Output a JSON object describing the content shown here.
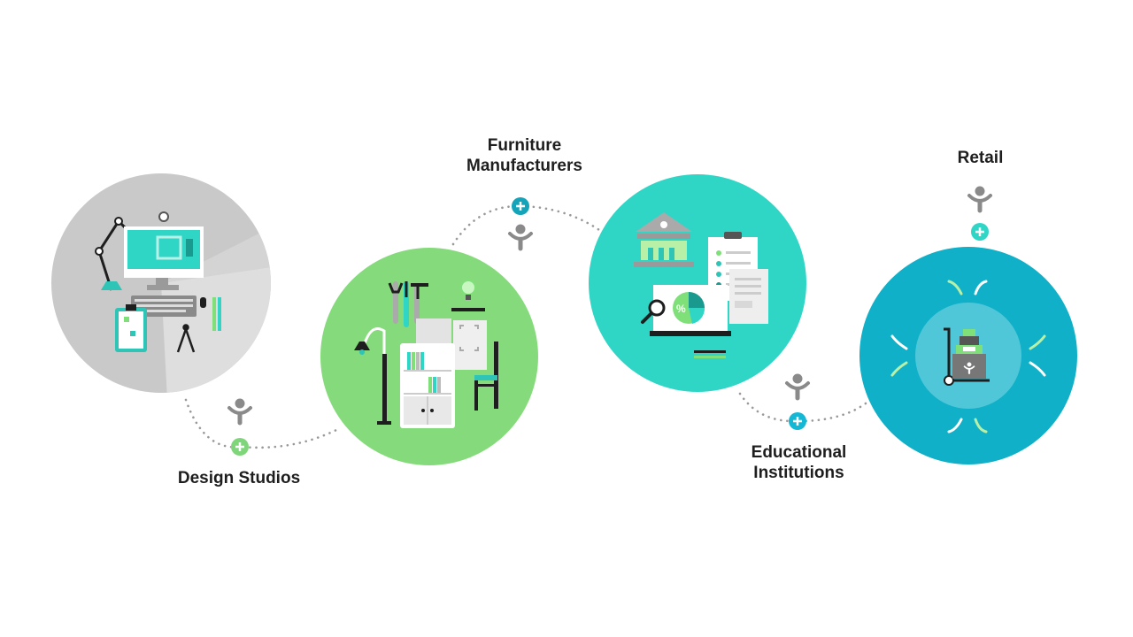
{
  "stages": [
    {
      "id": "design",
      "label": "Design Studios",
      "color": "#c9c9c9"
    },
    {
      "id": "furniture",
      "label": "Furniture\nManufacturers",
      "label_lines": [
        "Furniture",
        "Manufacturers"
      ],
      "color": "#85db7b"
    },
    {
      "id": "education",
      "label_lines": [
        "Educational",
        "Institutions"
      ],
      "color": "#2fd6c6"
    },
    {
      "id": "retail",
      "label": "Retail",
      "color": "#0fb0c8"
    }
  ],
  "colors": {
    "person_icon": "#8a8a8a",
    "plus_green": "#7fd67a",
    "plus_teal": "#14a3b8",
    "dotted_connector": "#999999",
    "accent_teal": "#2ec4b6",
    "accent_green": "#7fe07a"
  },
  "icons": [
    "desk-lamp-icon",
    "monitor-icon",
    "keyboard-icon",
    "clipboard-icon",
    "compass-icon",
    "tools-icon",
    "floor-lamp-icon",
    "bookshelf-icon",
    "chair-icon",
    "bank-building-icon",
    "checklist-icon",
    "pie-chart-icon",
    "magnifier-icon",
    "hand-truck-icon",
    "person-icon",
    "plus-icon"
  ]
}
